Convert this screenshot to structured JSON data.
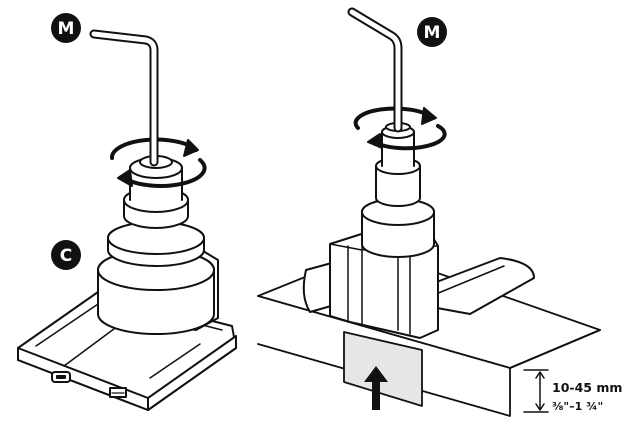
{
  "badges": {
    "tool_left": "M",
    "tool_right": "M",
    "clamp": "C"
  },
  "measurement": {
    "metric": "10-45 mm",
    "imperial": "⅜\"–1 ¾\""
  },
  "colors": {
    "ink": "#111111",
    "badge": "#111111",
    "badge_text": "#ffffff",
    "desk_shade": "#e6e6e6",
    "paper": "#ffffff"
  },
  "icons": [
    "hex-key",
    "rotate-arrows",
    "up-arrow",
    "dimension-bracket"
  ]
}
